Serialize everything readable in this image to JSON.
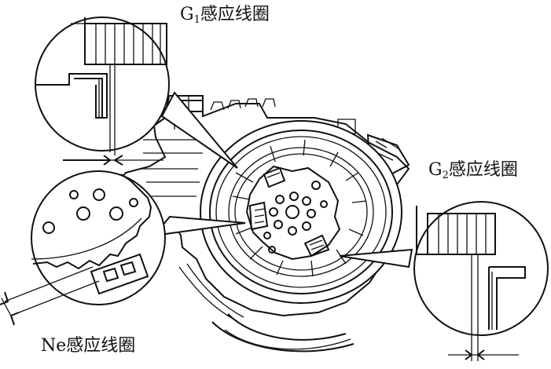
{
  "labels": {
    "g1": {
      "prefix": "G",
      "sub": "1",
      "suffix": "感应线圈"
    },
    "g2": {
      "prefix": "G",
      "sub": "2",
      "suffix": "感应线圈"
    },
    "ne": {
      "text": "Ne感应线圈"
    }
  },
  "colors": {
    "ink": "#111111",
    "paper": "#ffffff"
  }
}
